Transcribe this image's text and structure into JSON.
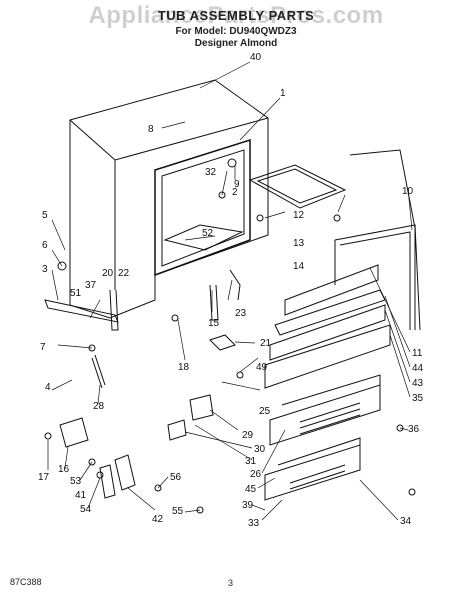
{
  "watermark": "AppliancePartsPros.com",
  "header": {
    "title": "TUB ASSEMBLY PARTS",
    "model_line": "For Model: DU940QWDZ3",
    "color_line": "Designer Almond"
  },
  "callouts": [
    "40",
    "1",
    "8",
    "9",
    "32",
    "2",
    "10",
    "5",
    "52",
    "12",
    "13",
    "14",
    "6",
    "3",
    "51",
    "37",
    "20",
    "22",
    "23",
    "15",
    "7",
    "21",
    "18",
    "28",
    "4",
    "49",
    "25",
    "11",
    "44",
    "43",
    "35",
    "29",
    "30",
    "31",
    "26",
    "36",
    "17",
    "16",
    "53",
    "41",
    "54",
    "56",
    "55",
    "42",
    "45",
    "39",
    "33",
    "34"
  ],
  "footer": {
    "code": "87C388",
    "page": "3"
  }
}
